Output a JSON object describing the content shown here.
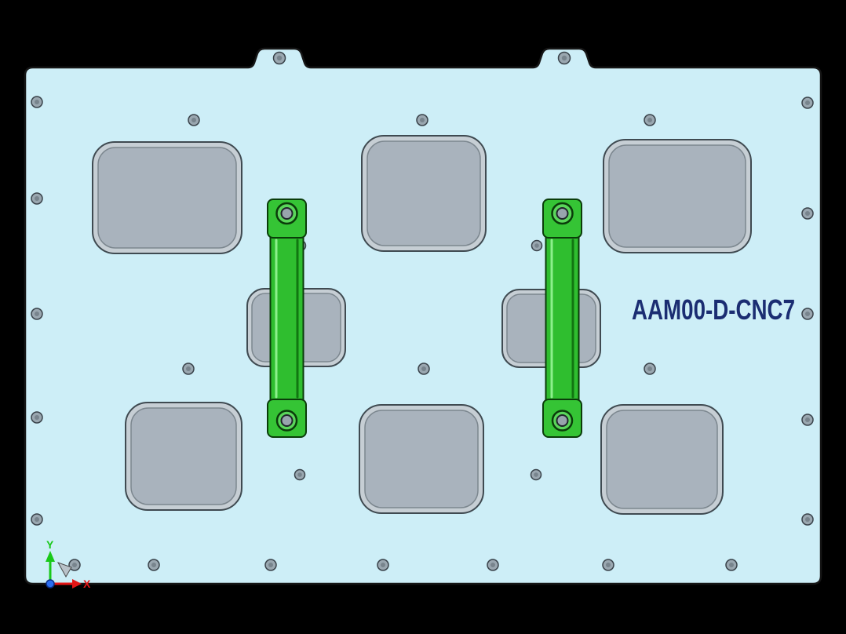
{
  "part_label": "AAM00-D-CNC7",
  "triad": {
    "x_label": "X",
    "y_label": "Y"
  },
  "colors": {
    "background": "#000000",
    "plate": "#cdeef7",
    "plate_outline": "#161616",
    "pocket_fill": "#a9b3bd",
    "pocket_rim": "#c6ced4",
    "hole_fill": "#9aa7b0",
    "clamp_green": "#35c435",
    "clamp_highlight": "#8cf08c",
    "clamp_shadow": "#117611",
    "label_text": "#1b2d72",
    "axis_x": "#e31515",
    "axis_y": "#19c919",
    "axis_origin": "#2a6df0",
    "axis_z_indicator": "#b9c2c9"
  }
}
